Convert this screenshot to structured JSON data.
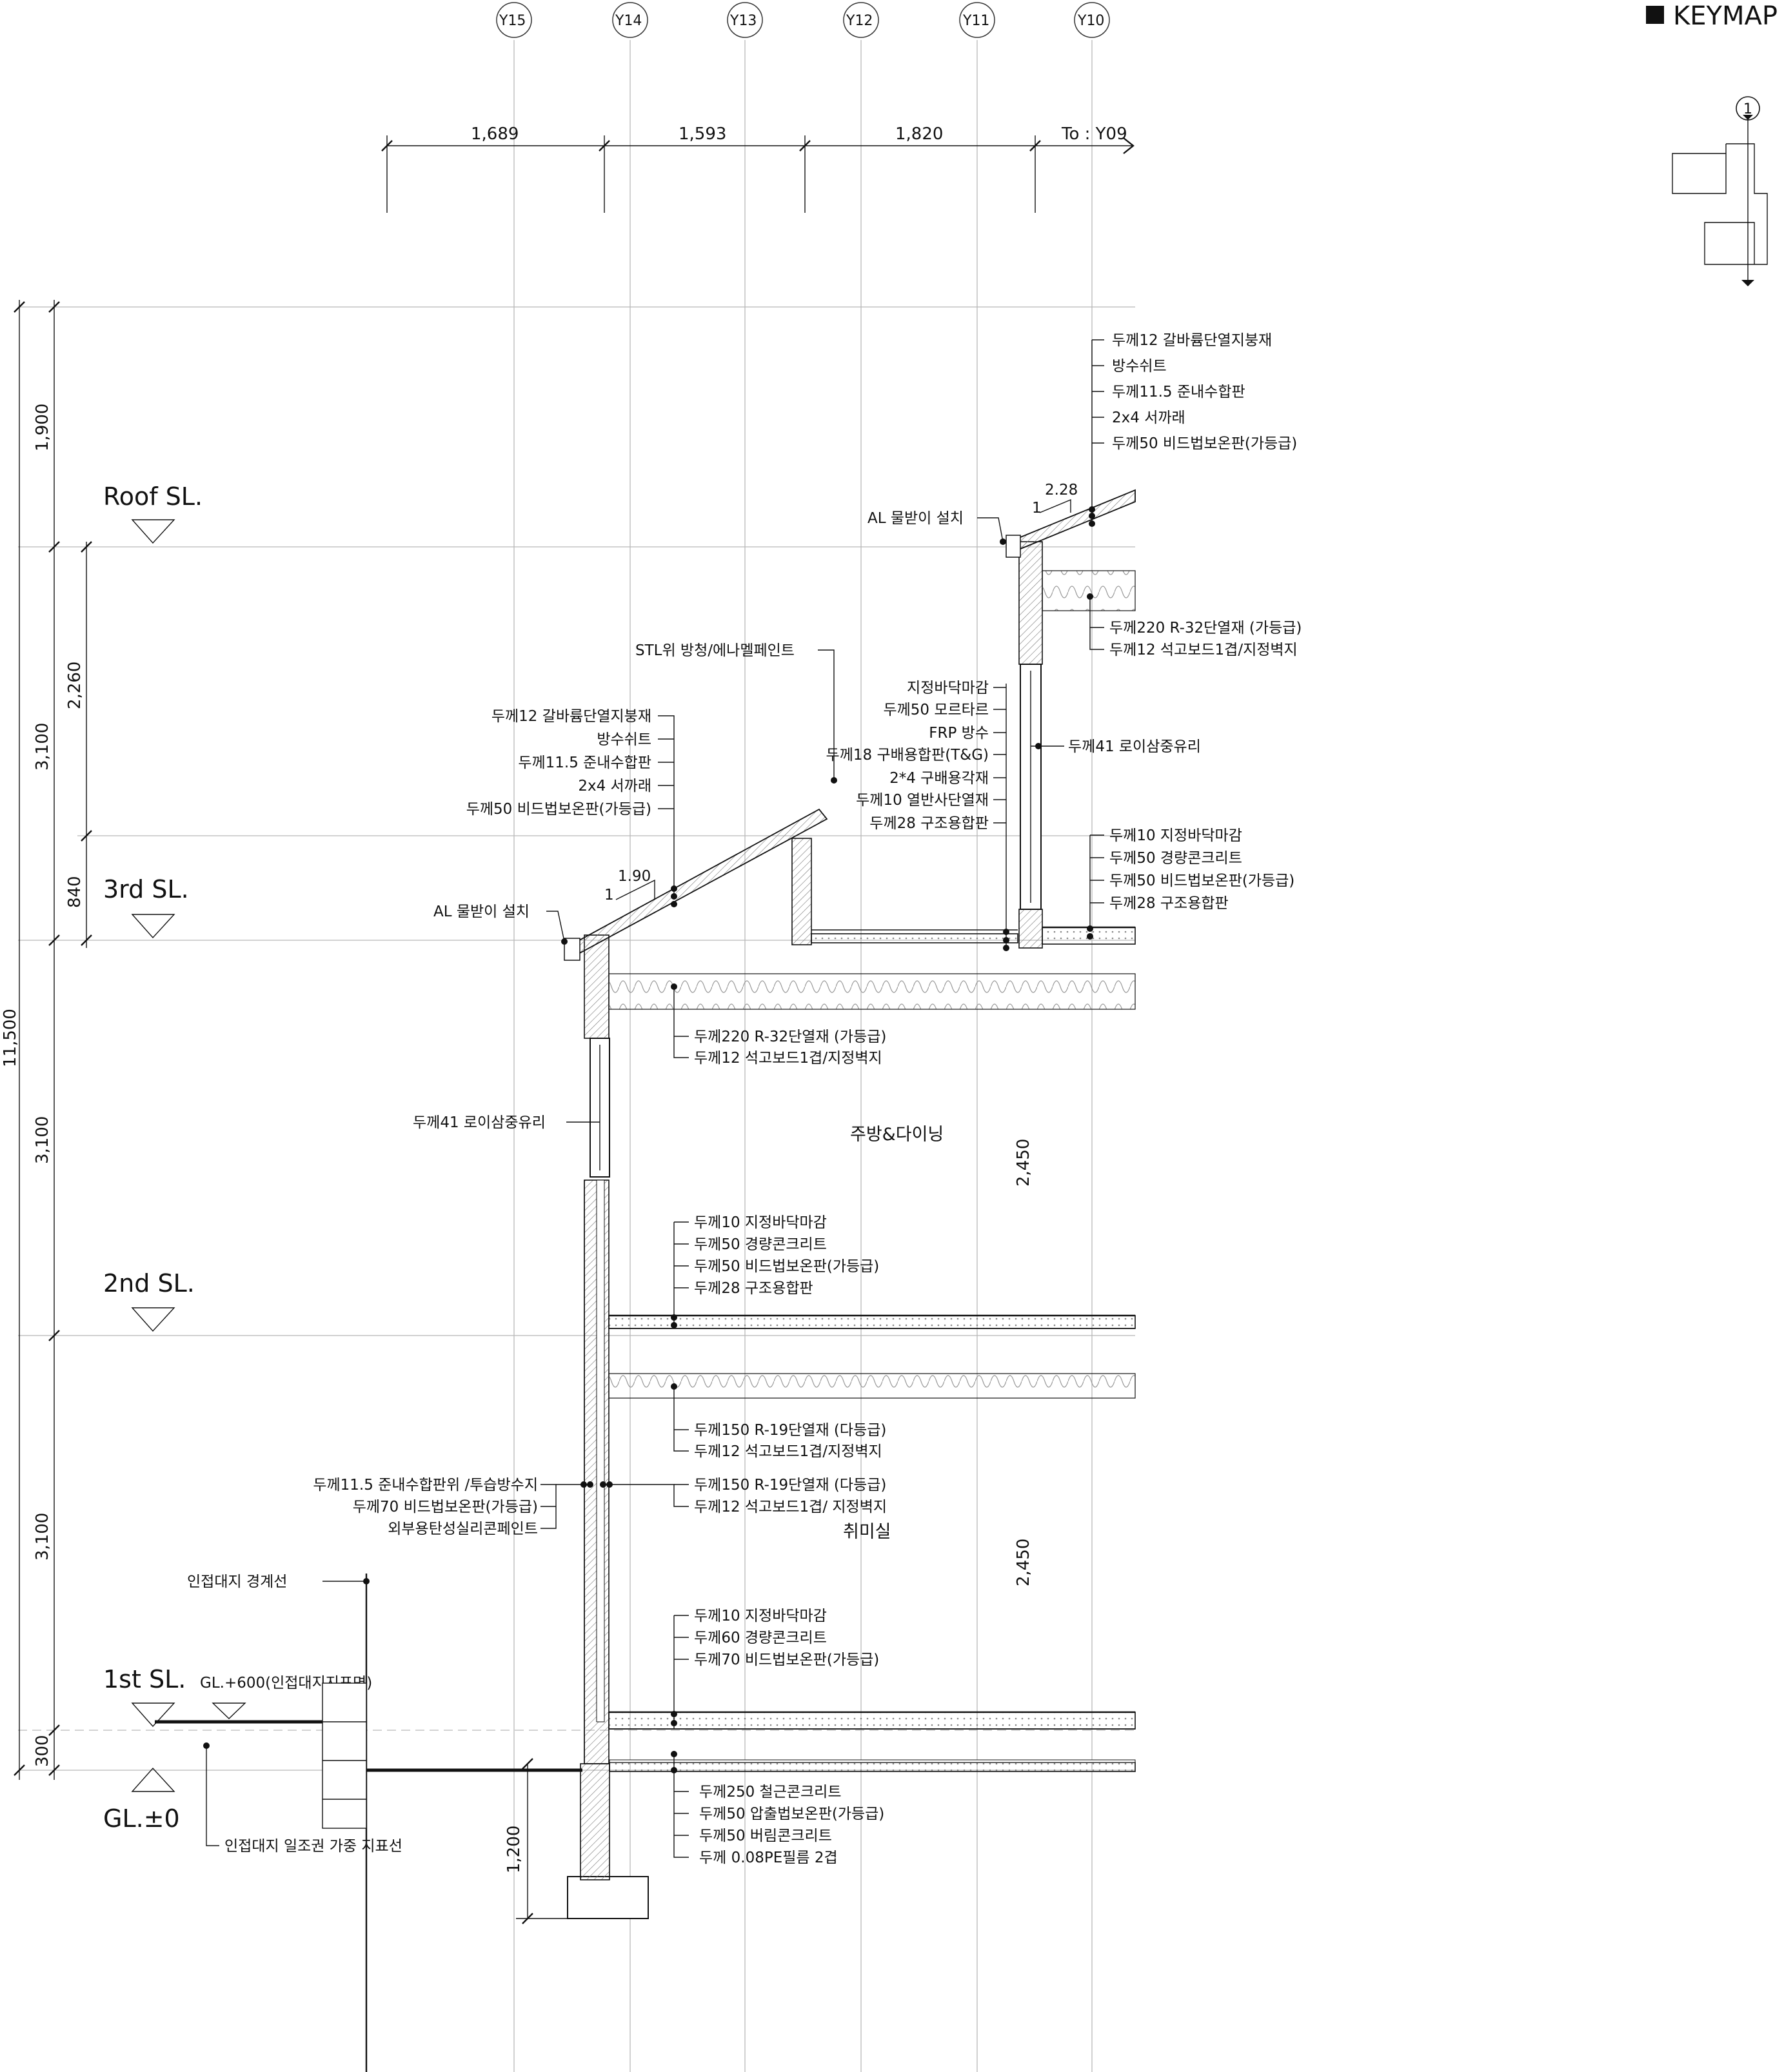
{
  "keymap": {
    "title": "KEYMAP",
    "marker": "1"
  },
  "grid_lines": [
    "Y15",
    "Y14",
    "Y13",
    "Y12",
    "Y11",
    "Y10"
  ],
  "top_dimensions": [
    "1,689",
    "1,593",
    "1,820",
    "To : Y09"
  ],
  "left_dimensions": {
    "total": "11,500",
    "floors": [
      "1,900",
      "3,100",
      "3,100",
      "3,100",
      "300"
    ],
    "sub": [
      "2,260",
      "840"
    ]
  },
  "levels": [
    "Roof SL.",
    "3rd SL.",
    "2nd SL.",
    "1st SL.",
    "GL.±0"
  ],
  "gl_note": "GL.+600(인접대지지표면)",
  "slopes": [
    {
      "rise": "1",
      "run": "2.28"
    },
    {
      "rise": "1",
      "run": "1.90"
    }
  ],
  "rooms": [
    "주방&다이닝",
    "취미실"
  ],
  "room_heights": [
    "2,450",
    "2,450",
    "1,200"
  ],
  "notes": {
    "roof_upper": [
      "두께12 갈바륨단열지붕재",
      "방수쉬트",
      "두께11.5 준내수합판",
      "2x4 서까래",
      "두께50 비드법보온판(가등급)"
    ],
    "gutter_upper": "AL 물받이 설치",
    "ceiling_upper": [
      "두께220 R-32단열재 (가등급)",
      "두께12 석고보드1겹/지정벽지"
    ],
    "steel": "STL위 방청/에나멜페인트",
    "balcony": [
      "지정바닥마감",
      "두께50 모르타르",
      "FRP 방수",
      "두께18 구배용합판(T&G)",
      "2*4 구배용각재",
      "두께10 열반사단열재",
      "두께28 구조용합판"
    ],
    "glass_upper": "두께41 로이삼중유리",
    "floor3": [
      "두께10 지정바닥마감",
      "두께50 경량콘크리트",
      "두께50 비드법보온판(가등급)",
      "두께28 구조용합판"
    ],
    "roof_lower": [
      "두께12 갈바륨단열지붕재",
      "방수쉬트",
      "두께11.5 준내수합판",
      "2x4 서까래",
      "두께50 비드법보온판(가등급)"
    ],
    "gutter_lower": "AL 물받이 설치",
    "ceiling_lower": [
      "두께220 R-32단열재 (가등급)",
      "두께12 석고보드1겹/지정벽지"
    ],
    "glass_lower": "두께41 로이삼중유리",
    "floor2": [
      "두께10 지정바닥마감",
      "두께50 경량콘크리트",
      "두께50 비드법보온판(가등급)",
      "두께28 구조용합판"
    ],
    "ceiling1": [
      "두께150 R-19단열재 (다등급)",
      "두께12 석고보드1겹/지정벽지"
    ],
    "wall_ext": [
      "두께11.5 준내수합판위 /투습방수지",
      "두께70 비드법보온판(가등급)",
      "외부용탄성실리콘페인트"
    ],
    "wall_int": [
      "두께150 R-19단열재 (다등급)",
      "두께12 석고보드1겹/ 지정벽지"
    ],
    "boundary": "인접대지 경계선",
    "floor1": [
      "두께10 지정바닥마감",
      "두께60 경량콘크리트",
      "두께70 비드법보온판(가등급)"
    ],
    "foundation": [
      "두께250 철근콘크리트",
      "두께50 압출법보온판(가등급)",
      "두께50 버림콘크리트",
      "두께 0.08PE필름 2겹"
    ],
    "sunlight": "인접대지 일조권 가중 지표선"
  }
}
